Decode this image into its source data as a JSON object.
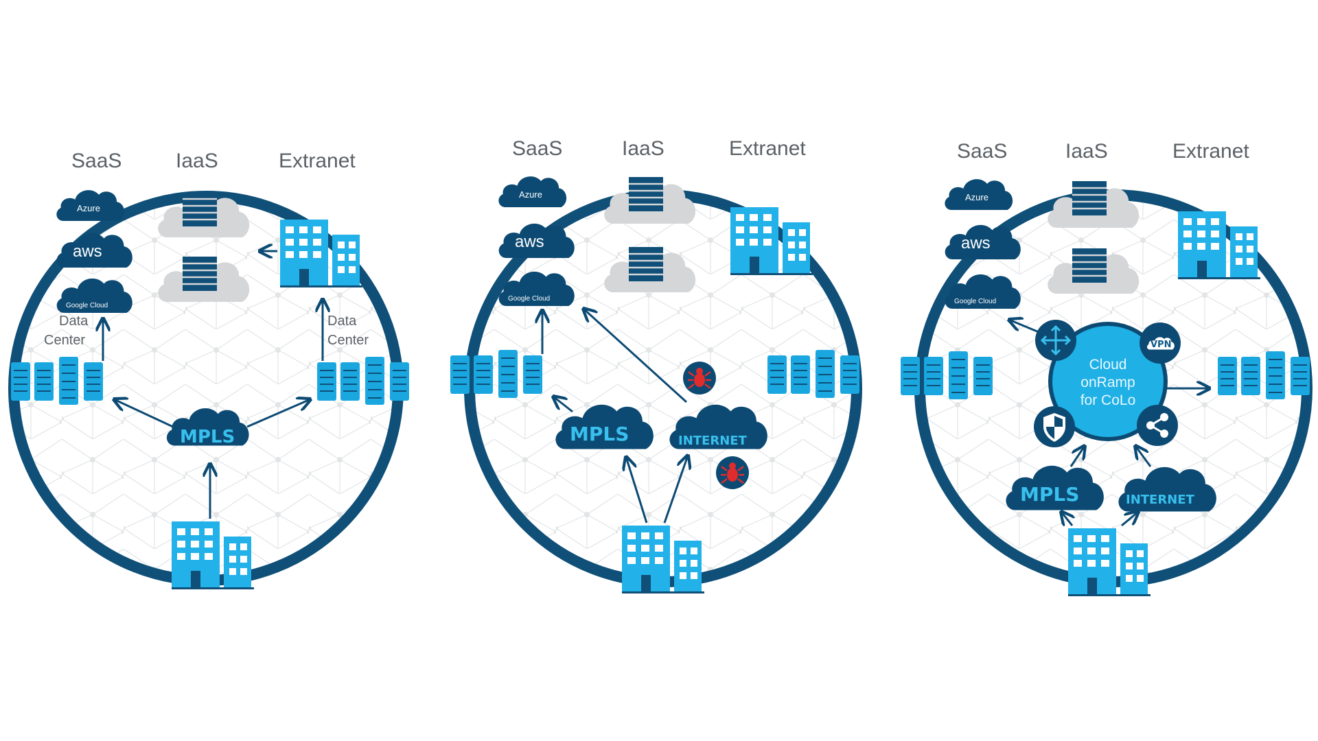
{
  "panels": [
    {
      "labels": {
        "saas": "SaaS",
        "iaas": "IaaS",
        "extranet": "Extranet"
      },
      "clouds": {
        "azure": "Azure",
        "aws": "aws",
        "google": "Google Cloud"
      },
      "dc_left_label": [
        "Data",
        "Center"
      ],
      "dc_right_label": [
        "Data",
        "Center"
      ],
      "mpls": "MPLS"
    },
    {
      "labels": {
        "saas": "SaaS",
        "iaas": "IaaS",
        "extranet": "Extranet"
      },
      "clouds": {
        "azure": "Azure",
        "aws": "aws",
        "google": "Google Cloud"
      },
      "mpls": "MPLS",
      "internet": "INTERNET"
    },
    {
      "labels": {
        "saas": "SaaS",
        "iaas": "IaaS",
        "extranet": "Extranet"
      },
      "clouds": {
        "azure": "Azure",
        "aws": "aws",
        "google": "Google Cloud"
      },
      "mpls": "MPLS",
      "internet": "INTERNET",
      "center": [
        "Cloud",
        "onRamp",
        "for CoLo"
      ],
      "vpn": "VPN"
    }
  ],
  "colors": {
    "ring": "#0f4f78",
    "dark_blue": "#0c4a73",
    "light_blue": "#1aa7e0",
    "building": "#22b1e8",
    "mesh": "#e4e6e8",
    "grey_cloud": "#d5d6d8",
    "threat_red": "#e02c2c"
  }
}
